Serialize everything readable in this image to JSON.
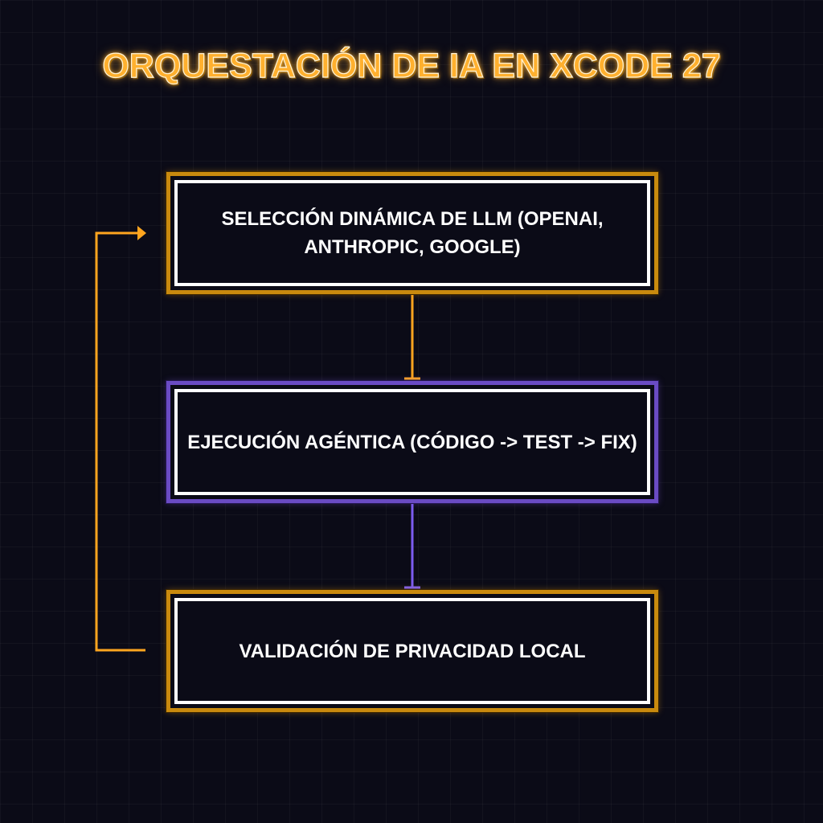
{
  "title": "ORQUESTACIÓN DE IA EN XCODE 27",
  "nodes": [
    {
      "label": "SELECCIÓN DINÁMICA DE LLM (OPENAI, ANTHROPIC, GOOGLE)"
    },
    {
      "label": "EJECUCIÓN AGÉNTICA (CÓDIGO -> TEST -> FIX)"
    },
    {
      "label": "VALIDACIÓN DE PRIVACIDAD LOCAL"
    }
  ],
  "colors": {
    "background": "#0b0b17",
    "accent_gold": "#ffa51f",
    "accent_purple": "#7c5cf0",
    "box_border_gold": "#c98a0e",
    "box_border_purple": "#6a4bc4",
    "text": "#ffffff"
  }
}
